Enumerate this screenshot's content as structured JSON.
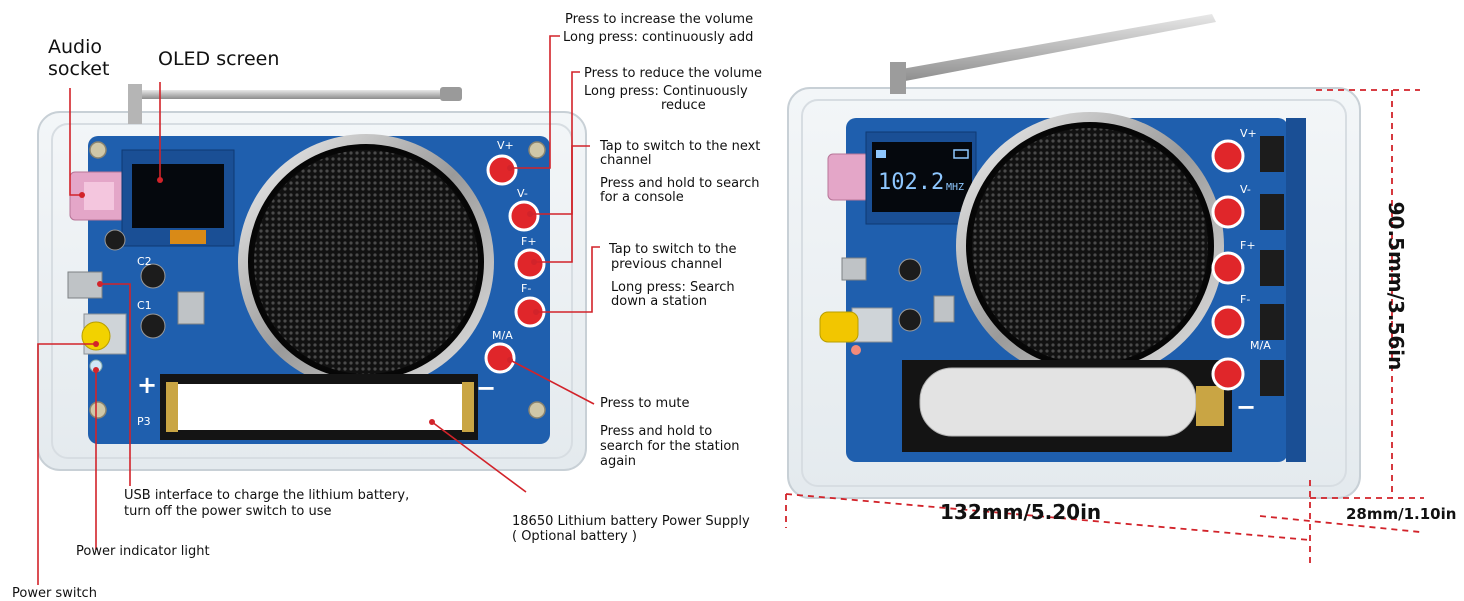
{
  "labels": {
    "audio_socket": "Audio\nsocket",
    "oled_screen": "OLED screen",
    "vol_up_1": "Press to increase the volume",
    "vol_up_2": "Long press: continuously add",
    "vol_down_1": "Press to reduce the volume",
    "vol_down_2": "Long press: Continuously",
    "vol_down_3": "reduce",
    "next_ch_1": "Tap to switch to the next",
    "next_ch_2": "channel",
    "next_ch_3": "Press and hold to search",
    "next_ch_4": "for a console",
    "prev_ch_1": "Tap to switch to the",
    "prev_ch_2": "previous channel",
    "prev_ch_3": "Long press: Search",
    "prev_ch_4": "down a station",
    "mute_1": "Press to mute",
    "mute_2": "Press and hold to",
    "mute_3": "search for the station",
    "mute_4": "again",
    "usb_1": "USB interface to charge the lithium battery,",
    "usb_2": "turn off the power switch to use",
    "power_indicator": "Power indicator light",
    "power_switch": "Power switch",
    "battery_1": "18650 Lithium battery Power Supply",
    "battery_2": "( Optional battery )"
  },
  "pcb_text": {
    "btn_vplus": "V+",
    "btn_vminus": "V-",
    "btn_fplus": "F+",
    "btn_fminus": "F-",
    "btn_ma": "M/A",
    "plus_sign": "+",
    "minus_sign": "−",
    "p3": "P3",
    "c2": "C2",
    "c1": "C1",
    "oled_freq": "102.2",
    "oled_unit": "MHZ"
  },
  "dimensions": {
    "width": "132mm/5.20in",
    "height": "90.5mm/3.56in",
    "depth": "28mm/1.10in"
  },
  "colors": {
    "pcb": "#1f5fae",
    "button": "#e0262a",
    "leader": "#d2232a",
    "oled_text": "#8ec7ff"
  }
}
